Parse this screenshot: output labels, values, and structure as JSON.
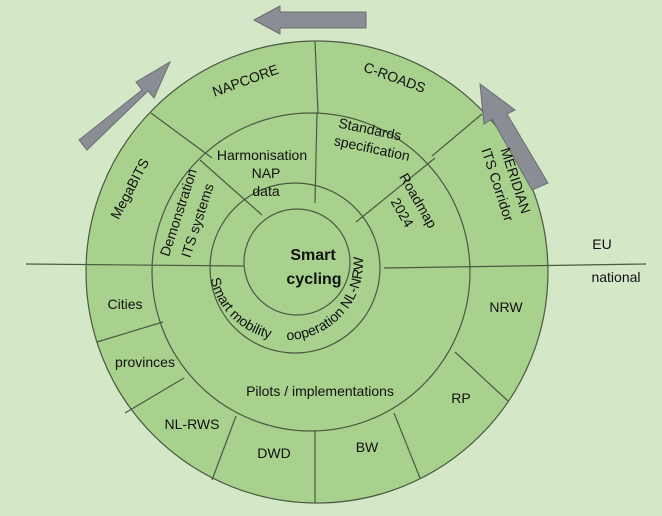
{
  "center": {
    "line1": "Smart",
    "line2": "cycling"
  },
  "outer_eu": {
    "megabits": "MegaBITS",
    "napcore": "NAPCORE",
    "croads": "C-ROADS",
    "meridian_1": "MERIDIAN",
    "meridian_2": "ITS Corridor"
  },
  "middle_eu": {
    "demo_1": "Demonstration",
    "demo_2": "ITS systems",
    "harm_1": "Harmonisation",
    "harm_2": "NAP",
    "harm_3": "data",
    "std_1": "Standards",
    "std_2": "specification",
    "road_1": "Roadmap",
    "road_2": "2024"
  },
  "inner_national": {
    "left": "Smart mobility",
    "right": "cooperation NL-NRW"
  },
  "middle_national": {
    "label": "Pilots / implementations"
  },
  "outer_national": {
    "cities": "Cities",
    "provinces": "provinces",
    "nlrws": "NL-RWS",
    "dwd": "DWD",
    "bw": "BW",
    "rp": "RP",
    "nrw": "NRW"
  },
  "side_labels": {
    "eu": "EU",
    "national": "national"
  },
  "colors": {
    "background": "#d4e7c6",
    "segment_fill": "#a9d18e",
    "outline": "#4a5a40",
    "arrow": "#8a8d93"
  },
  "icons": [
    "arrow-left-icon",
    "arrow-up-right-icon",
    "arrow-up-left-icon"
  ]
}
